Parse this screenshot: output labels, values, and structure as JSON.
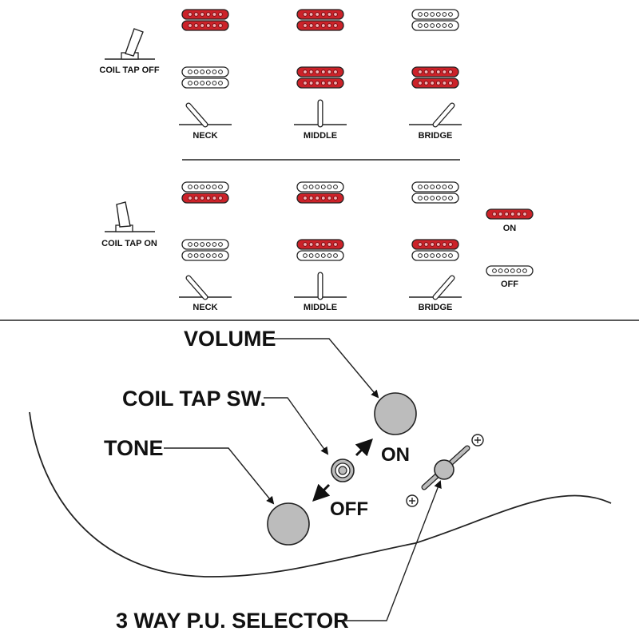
{
  "colors": {
    "on": "#cc2229",
    "off": "#ffffff",
    "stroke": "#222222",
    "knob": "#bcbcbc"
  },
  "chart_top": {
    "row_label": "COIL TAP OFF",
    "positions": [
      {
        "label": "NECK",
        "lever": "left",
        "top_pickup": [
          "on",
          "on"
        ],
        "bottom_pickup": [
          "off",
          "off"
        ]
      },
      {
        "label": "MIDDLE",
        "lever": "center",
        "top_pickup": [
          "on",
          "on"
        ],
        "bottom_pickup": [
          "on",
          "on"
        ]
      },
      {
        "label": "BRIDGE",
        "lever": "right",
        "top_pickup": [
          "off",
          "off"
        ],
        "bottom_pickup": [
          "on",
          "on"
        ]
      }
    ]
  },
  "chart_bottom": {
    "row_label": "COIL TAP ON",
    "positions": [
      {
        "label": "NECK",
        "lever": "left",
        "top_pickup": [
          "off",
          "on"
        ],
        "bottom_pickup": [
          "off",
          "off"
        ]
      },
      {
        "label": "MIDDLE",
        "lever": "center",
        "top_pickup": [
          "off",
          "on"
        ],
        "bottom_pickup": [
          "on",
          "off"
        ]
      },
      {
        "label": "BRIDGE",
        "lever": "right",
        "top_pickup": [
          "off",
          "off"
        ],
        "bottom_pickup": [
          "on",
          "off"
        ]
      }
    ]
  },
  "legend": {
    "on_label": "ON",
    "off_label": "OFF"
  },
  "controls": {
    "volume_label": "VOLUME",
    "coil_tap_label": "COIL TAP SW.",
    "tone_label": "TONE",
    "on_label": "ON",
    "off_label": "OFF",
    "selector_label": "3 WAY P.U. SELECTOR"
  }
}
